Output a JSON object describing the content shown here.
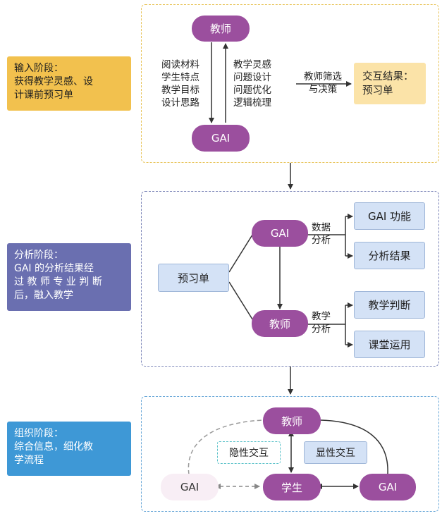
{
  "colors": {
    "purple": "#9b4f9e",
    "stage1": "#f2c14e",
    "stage2": "#6a6fb0",
    "stage3": "#3e98d6",
    "panel1_border": "#e8c45a",
    "panel2_border": "#7d86b8",
    "panel3_border": "#6aa8d8",
    "result_box": "#fbe3a8",
    "blue_box": "#d4e2f6"
  },
  "stages": [
    {
      "lines": [
        "输入阶段：",
        "获得教学灵感、设",
        "计课前预习单"
      ]
    },
    {
      "lines": [
        "分析阶段：",
        "GAI 的分析结果经",
        "过 教 师 专 业 判 断",
        "后，融入教学"
      ]
    },
    {
      "lines": [
        "组织阶段：",
        "综合信息，细化教",
        "学流程"
      ]
    }
  ],
  "panel1": {
    "teacher": "教师",
    "gai": "GAI",
    "down_lines": [
      "阅读材料",
      "学生特点",
      "教学目标",
      "设计思路"
    ],
    "up_lines": [
      "教学灵感",
      "问题设计",
      "问题优化",
      "逻辑梳理"
    ],
    "filter_lines": [
      "教师筛选",
      "与决策"
    ],
    "result_lines": [
      "交互结果：",
      "预习单"
    ]
  },
  "panel2": {
    "preview": "预习单",
    "gai": "GAI",
    "teacher": "教师",
    "data_analysis": [
      "数据",
      "分析"
    ],
    "teach_analysis": [
      "教学",
      "分析"
    ],
    "gai_function": "GAI 功能",
    "analysis_result": "分析结果",
    "teaching_judgment": "教学判断",
    "class_use": "课堂运用"
  },
  "panel3": {
    "teacher": "教师",
    "student": "学生",
    "gai_left": "GAI",
    "gai_right": "GAI",
    "implicit": "隐性交互",
    "explicit": "显性交互"
  }
}
